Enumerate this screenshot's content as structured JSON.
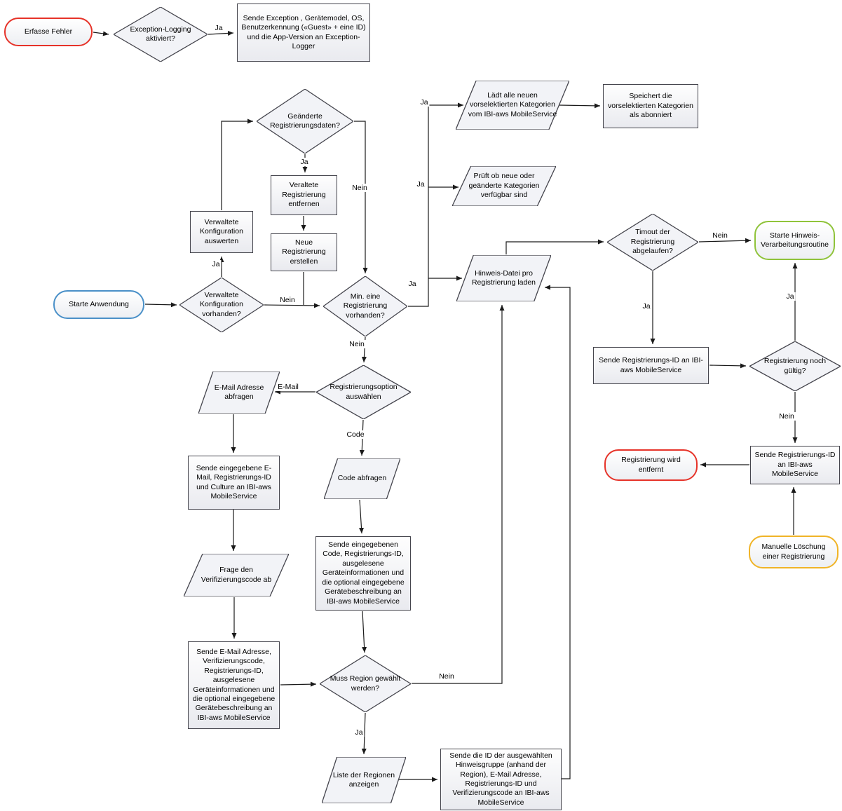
{
  "diagram": {
    "type": "flowchart",
    "language": "de",
    "colors": {
      "terminal_red": "#e63329",
      "terminal_blue": "#4a90c8",
      "terminal_green": "#8fc33a",
      "terminal_yellow": "#f0b428",
      "shape_stroke": "#45454d",
      "edge": "#1a1a1a"
    },
    "nodes": {
      "erfasse_fehler": {
        "label": "Erfasse Fehler",
        "shape": "terminal",
        "accent": "#e63329"
      },
      "exception_logging": {
        "label": "Exception-Logging aktiviert?",
        "shape": "decision"
      },
      "sende_exception": {
        "label": "Sende Exception , Gerätemodel, OS, Benutzerkennung («Guest» + eine ID) und die App-Version an Exception-Logger",
        "shape": "process"
      },
      "starte_anwendung": {
        "label": "Starte Anwendung",
        "shape": "terminal",
        "accent": "#4a90c8"
      },
      "verwaltete_vorhanden": {
        "label": "Verwaltete Konfiguration vorhanden?",
        "shape": "decision"
      },
      "verwaltete_auswerten": {
        "label": "Verwaltete Konfiguration auswerten",
        "shape": "process"
      },
      "geaenderte_daten": {
        "label": "Geänderte Registrierungsdaten?",
        "shape": "decision"
      },
      "veraltete_entfernen": {
        "label": "Veraltete Registrierung entfernen",
        "shape": "process"
      },
      "neue_erstellen": {
        "label": "Neue Registrierung erstellen",
        "shape": "process"
      },
      "min_registrierung": {
        "label": "Min. eine Registrierung vorhanden?",
        "shape": "decision"
      },
      "laedt_kategorien": {
        "label": "Lädt alle neuen vorselektierten Kategorien vom IBI-aws MobileService",
        "shape": "io"
      },
      "speichert_kategorien": {
        "label": "Speichert die vorselektierten Kategorien als abonniert",
        "shape": "process"
      },
      "prueft_kategorien": {
        "label": "Prüft ob neue oder geänderte Kategorien verfügbar sind",
        "shape": "io"
      },
      "hinweis_datei": {
        "label": "Hinweis-Datei pro Registrierung laden",
        "shape": "io"
      },
      "timout": {
        "label": "Timout der Registrierung abgelaufen?",
        "shape": "decision"
      },
      "starte_hinweis": {
        "label": "Starte Hinweis-Verarbeitungsroutine",
        "shape": "terminal",
        "accent": "#8fc33a"
      },
      "sende_reg_id_1": {
        "label": "Sende Registrierungs-ID an IBI-aws MobileService",
        "shape": "process"
      },
      "reg_gueltig": {
        "label": "Registrierung noch gültig?",
        "shape": "decision"
      },
      "reg_entfernt": {
        "label": "Registrierung wird entfernt",
        "shape": "terminal",
        "accent": "#e63329"
      },
      "sende_reg_id_2": {
        "label": "Sende Registrierungs-ID an IBI-aws MobileService",
        "shape": "process"
      },
      "manuelle_loeschung": {
        "label": "Manuelle Löschung einer Registrierung",
        "shape": "terminal",
        "accent": "#f0b428"
      },
      "reg_option": {
        "label": "Registrierungsoption auswählen",
        "shape": "decision"
      },
      "email_abfragen": {
        "label": "E-Mail Adresse abfragen",
        "shape": "io"
      },
      "sende_email": {
        "label": "Sende eingegebene E-Mail, Registrierungs-ID und Culture an IBI-aws MobileService",
        "shape": "process"
      },
      "frage_verifizierung": {
        "label": "Frage den Verifizierungscode ab",
        "shape": "io"
      },
      "sende_email_verif": {
        "label": "Sende E-Mail Adresse, Verifizierungscode, Registrierungs-ID, ausgelesene Geräteinformationen und die optional eingegebene Gerätebeschreibung an IBI-aws MobileService",
        "shape": "process"
      },
      "code_abfragen": {
        "label": "Code abfragen",
        "shape": "io"
      },
      "sende_code": {
        "label": "Sende eingegebenen Code, Registrierungs-ID, ausgelesene Geräteinformationen und die optional eingegebene Gerätebeschreibung an IBI-aws MobileService",
        "shape": "process"
      },
      "muss_region": {
        "label": "Muss Region gewählt werden?",
        "shape": "decision"
      },
      "liste_regionen": {
        "label": "Liste der Regionen anzeigen",
        "shape": "io"
      },
      "sende_id_hinweisgruppe": {
        "label": "Sende die ID der ausgewählten Hinweisgruppe (anhand der Region), E-Mail Adresse, Registrierungs-ID und Verifizierungscode an IBI-aws MobileService",
        "shape": "process"
      }
    },
    "edges": [
      {
        "from": "erfasse_fehler",
        "to": "exception_logging",
        "label": ""
      },
      {
        "from": "exception_logging",
        "to": "sende_exception",
        "label": "Ja"
      },
      {
        "from": "starte_anwendung",
        "to": "verwaltete_vorhanden",
        "label": ""
      },
      {
        "from": "verwaltete_vorhanden",
        "to": "verwaltete_auswerten",
        "label": "Ja"
      },
      {
        "from": "verwaltete_auswerten",
        "to": "geaenderte_daten",
        "label": ""
      },
      {
        "from": "geaenderte_daten",
        "to": "veraltete_entfernen",
        "label": "Ja"
      },
      {
        "from": "veraltete_entfernen",
        "to": "neue_erstellen",
        "label": ""
      },
      {
        "from": "neue_erstellen",
        "to": "min_registrierung",
        "label": ""
      },
      {
        "from": "verwaltete_vorhanden",
        "to": "min_registrierung",
        "label": "Nein"
      },
      {
        "from": "geaenderte_daten",
        "to": "min_registrierung",
        "label": "Nein"
      },
      {
        "from": "min_registrierung",
        "to": "laedt_kategorien",
        "label": "Ja"
      },
      {
        "from": "min_registrierung",
        "to": "prueft_kategorien",
        "label": "Ja"
      },
      {
        "from": "min_registrierung",
        "to": "hinweis_datei",
        "label": "Ja"
      },
      {
        "from": "laedt_kategorien",
        "to": "speichert_kategorien",
        "label": ""
      },
      {
        "from": "hinweis_datei",
        "to": "timout",
        "label": ""
      },
      {
        "from": "timout",
        "to": "starte_hinweis",
        "label": "Nein"
      },
      {
        "from": "timout",
        "to": "sende_reg_id_1",
        "label": "Ja"
      },
      {
        "from": "sende_reg_id_1",
        "to": "reg_gueltig",
        "label": ""
      },
      {
        "from": "reg_gueltig",
        "to": "starte_hinweis",
        "label": "Ja"
      },
      {
        "from": "reg_gueltig",
        "to": "sende_reg_id_2",
        "label": "Nein"
      },
      {
        "from": "sende_reg_id_2",
        "to": "reg_entfernt",
        "label": ""
      },
      {
        "from": "manuelle_loeschung",
        "to": "sende_reg_id_2",
        "label": ""
      },
      {
        "from": "min_registrierung",
        "to": "reg_option",
        "label": "Nein"
      },
      {
        "from": "reg_option",
        "to": "email_abfragen",
        "label": "E-Mail"
      },
      {
        "from": "reg_option",
        "to": "code_abfragen",
        "label": "Code"
      },
      {
        "from": "email_abfragen",
        "to": "sende_email",
        "label": ""
      },
      {
        "from": "sende_email",
        "to": "frage_verifizierung",
        "label": ""
      },
      {
        "from": "frage_verifizierung",
        "to": "sende_email_verif",
        "label": ""
      },
      {
        "from": "sende_email_verif",
        "to": "muss_region",
        "label": ""
      },
      {
        "from": "code_abfragen",
        "to": "sende_code",
        "label": ""
      },
      {
        "from": "sende_code",
        "to": "muss_region",
        "label": ""
      },
      {
        "from": "muss_region",
        "to": "hinweis_datei",
        "label": "Nein"
      },
      {
        "from": "muss_region",
        "to": "liste_regionen",
        "label": "Ja"
      },
      {
        "from": "liste_regionen",
        "to": "sende_id_hinweisgruppe",
        "label": ""
      },
      {
        "from": "sende_id_hinweisgruppe",
        "to": "hinweis_datei",
        "label": ""
      }
    ]
  }
}
